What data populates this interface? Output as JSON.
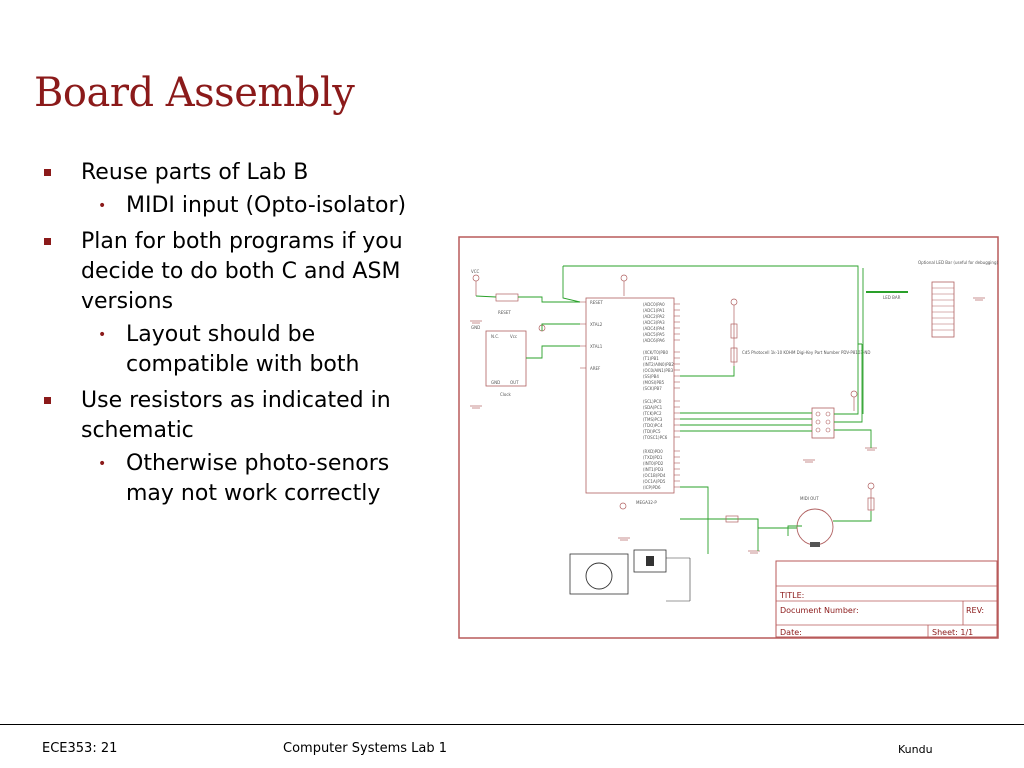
{
  "title": "Board Assembly",
  "bullets": [
    {
      "text": "Reuse parts of Lab B",
      "sub": [
        "MIDI input (Opto-isolator)"
      ]
    },
    {
      "text": "Plan for both programs if you decide to do both C and ASM versions",
      "sub": [
        "Layout should be compatible with both"
      ]
    },
    {
      "text": "Use resistors as indicated in schematic",
      "sub": [
        "Otherwise photo-senors may not work correctly"
      ]
    }
  ],
  "schematic": {
    "chip_label": "MEGA32-P",
    "reset_label": "RESET",
    "vcc_label": "VCC",
    "gnd_label": "GND",
    "clock_label": "Clock",
    "midi_out_label": "MIDI OUT",
    "led_bar_label": "LED BAR",
    "optional_led_bar": "Optional LED Bar (useful for debugging)",
    "photocell_note": "Cd5 Photocell 1k-10 KOHM Digi-Key Part Number PDV-P8103-ND",
    "title_block": {
      "title": "TITLE:",
      "document_number": "Document Number:",
      "rev": "REV:",
      "date": "Date:",
      "sheet": "Sheet: 1/1"
    }
  },
  "footer": {
    "left": "ECE353: 21",
    "center": "Computer Systems Lab 1",
    "right": "Kundu"
  }
}
